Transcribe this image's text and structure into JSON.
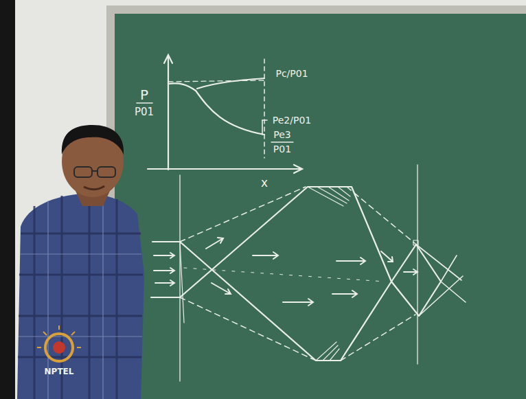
{
  "diagram": {
    "labels": [
      "P",
      "P01",
      "x",
      "Pc/P01",
      "Pe2/P01",
      "Pe3",
      "P01",
      "NPTEL"
    ]
  }
}
